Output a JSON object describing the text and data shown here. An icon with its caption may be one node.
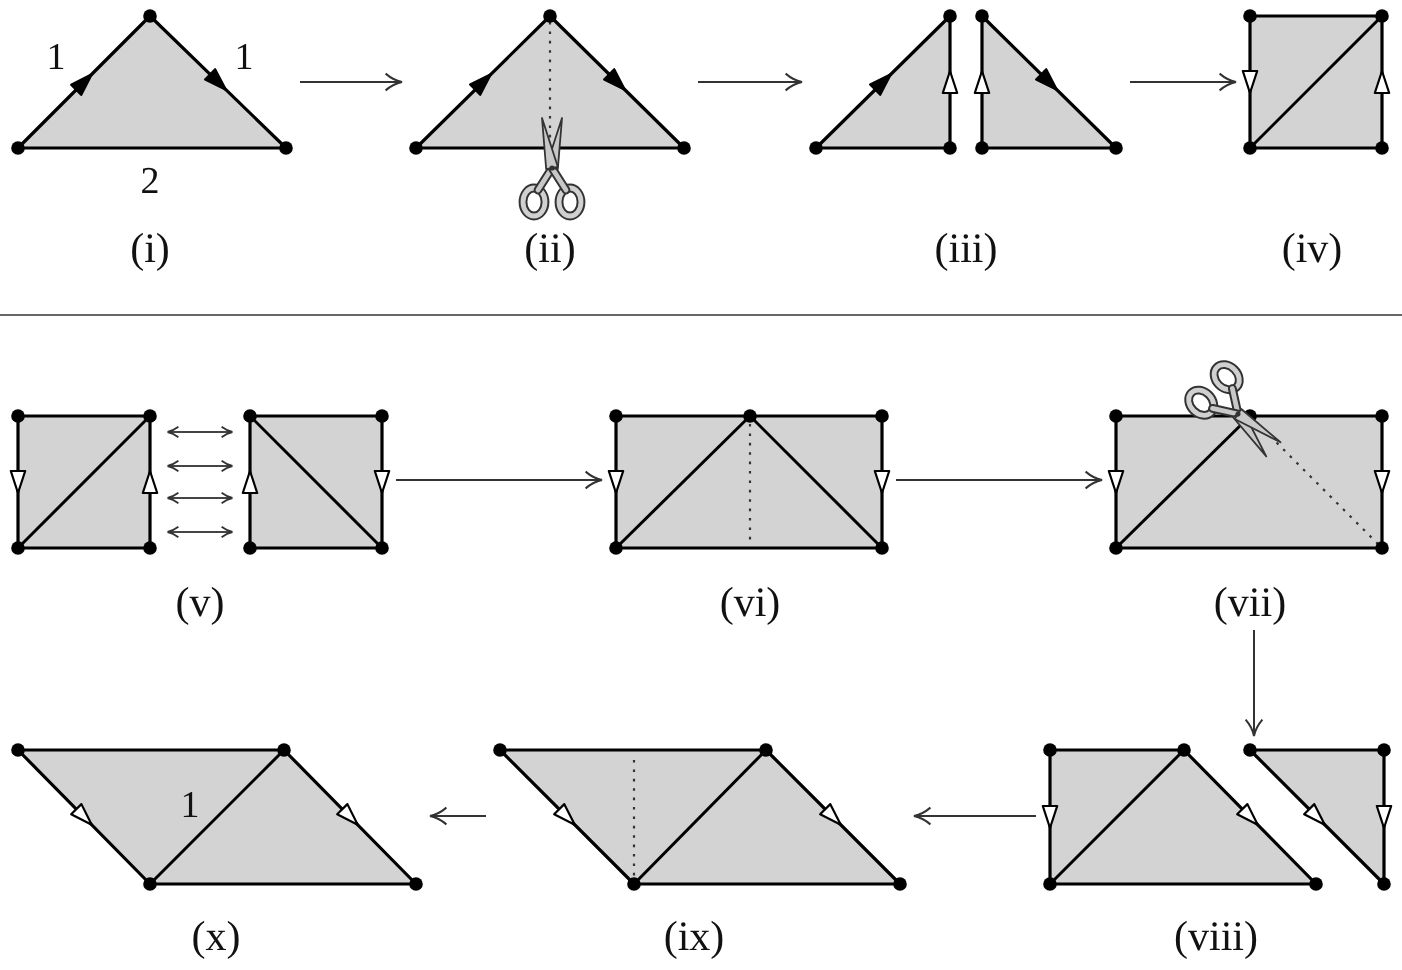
{
  "diagram": {
    "nodes": [
      {
        "text": [
          "(i)"
        ],
        "beside": [
          "1",
          "1",
          "2"
        ]
      },
      {
        "text": [
          "(ii)"
        ]
      },
      {
        "text": [
          "(iii)"
        ]
      },
      {
        "text": [
          "(iv)"
        ]
      },
      {
        "text": [
          "(v)"
        ]
      },
      {
        "text": [
          "(vi)"
        ]
      },
      {
        "text": [
          "(vii)"
        ]
      },
      {
        "text": [
          "(viii)"
        ]
      },
      {
        "text": [
          "(ix)"
        ]
      },
      {
        "text": [
          "1",
          "(x)"
        ]
      }
    ],
    "edges": [
      {
        "from": 0,
        "to": 1,
        "arrow": "to"
      },
      {
        "from": 1,
        "to": 2,
        "arrow": "to"
      },
      {
        "from": 2,
        "to": 3,
        "arrow": "to"
      },
      {
        "from": 4,
        "to": 5,
        "arrow": "to"
      },
      {
        "from": 5,
        "to": 6,
        "arrow": "to"
      },
      {
        "from": 6,
        "to": 7,
        "arrow": "to"
      },
      {
        "from": 7,
        "to": 8,
        "arrow": "to"
      },
      {
        "from": 8,
        "to": 9,
        "arrow": "to"
      }
    ]
  }
}
